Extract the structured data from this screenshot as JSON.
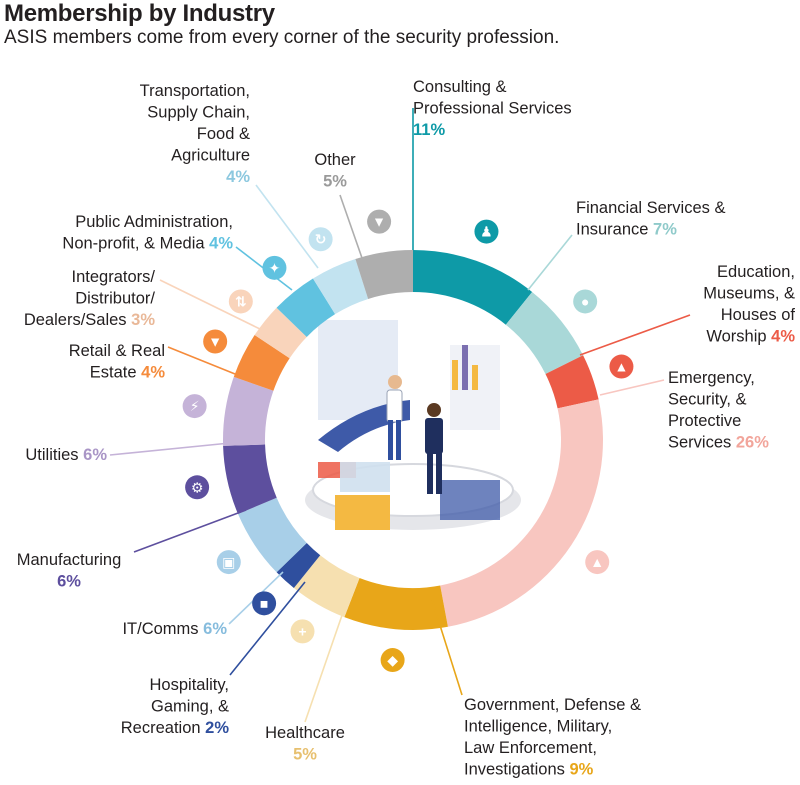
{
  "header": {
    "title": "Membership by Industry",
    "subtitle": "ASIS members come from every corner of the security profession."
  },
  "chart_data": {
    "type": "pie",
    "style": "donut",
    "start_angle_deg": 0,
    "direction": "clockwise",
    "categories": [
      {
        "key": "consulting",
        "label_lines": [
          "Consulting &",
          "Professional Services"
        ],
        "pct_text": "11%",
        "value": 11,
        "color": "#0e9aa7",
        "icon": "consultant-icon"
      },
      {
        "key": "financial",
        "label_lines": [
          "Financial Services &",
          "Insurance"
        ],
        "pct_text": "7%",
        "value": 7,
        "color": "#a9d8d8",
        "icon": "piggy-bank-icon"
      },
      {
        "key": "education",
        "label_lines": [
          "Education,",
          "Museums, &",
          "Houses of",
          "Worship"
        ],
        "pct_text": "4%",
        "value": 4,
        "color": "#ec5b47",
        "icon": "rocket-icon"
      },
      {
        "key": "emergency",
        "label_lines": [
          "Emergency,",
          "Security, &",
          "Protective",
          "Services"
        ],
        "pct_text": "26%",
        "value": 26,
        "color": "#f8c6c0",
        "icon": "alarm-light-icon"
      },
      {
        "key": "government",
        "label_lines": [
          "Government, Defense &",
          "Intelligence, Military,",
          "Law Enforcement,",
          "Investigations"
        ],
        "pct_text": "9%",
        "value": 9,
        "color": "#e8a619",
        "icon": "shield-icon"
      },
      {
        "key": "healthcare",
        "label_lines": [
          "Healthcare"
        ],
        "pct_text": "5%",
        "value": 5,
        "color": "#f6e0b0",
        "icon": "medical-cross-icon"
      },
      {
        "key": "hospitality",
        "label_lines": [
          "Hospitality,",
          "Gaming, &",
          "Recreation"
        ],
        "pct_text": "2%",
        "value": 2,
        "color": "#2f4f9e",
        "icon": "dice-icon"
      },
      {
        "key": "itcomms",
        "label_lines": [
          "IT/Comms"
        ],
        "pct_text": "6%",
        "value": 6,
        "color": "#a8cfe8",
        "icon": "circuit-icon"
      },
      {
        "key": "manufacturing",
        "label_lines": [
          "Manufacturing"
        ],
        "pct_text": "6%",
        "value": 6,
        "color": "#5d4f9e",
        "icon": "gears-icon"
      },
      {
        "key": "utilities",
        "label_lines": [
          "Utilities"
        ],
        "pct_text": "6%",
        "value": 6,
        "color": "#c5b3d8",
        "icon": "lightning-icon"
      },
      {
        "key": "retail",
        "label_lines": [
          "Retail & Real",
          "Estate"
        ],
        "pct_text": "4%",
        "value": 4,
        "color": "#f58b3b",
        "icon": "shopping-basket-icon"
      },
      {
        "key": "integrators",
        "label_lines": [
          "Integrators/",
          "Distributor/",
          "Dealers/Sales"
        ],
        "pct_text": "3%",
        "value": 3,
        "color": "#f9d4bb",
        "icon": "arrows-exchange-icon"
      },
      {
        "key": "publicadmin",
        "label_lines": [
          "Public Administration,",
          "Non-profit, & Media"
        ],
        "pct_text": "4%",
        "value": 4,
        "color": "#60c2e0",
        "icon": "handshake-icon"
      },
      {
        "key": "transportation",
        "label_lines": [
          "Transportation,",
          "Supply Chain,",
          "Food &",
          "Agriculture"
        ],
        "pct_text": "4%",
        "value": 4,
        "color": "#c2e3f0",
        "icon": "recycle-arrows-icon"
      },
      {
        "key": "other",
        "label_lines": [
          "Other"
        ],
        "pct_text": "5%",
        "value": 5,
        "color": "#aeaeae",
        "icon": "basket-icon"
      }
    ]
  }
}
